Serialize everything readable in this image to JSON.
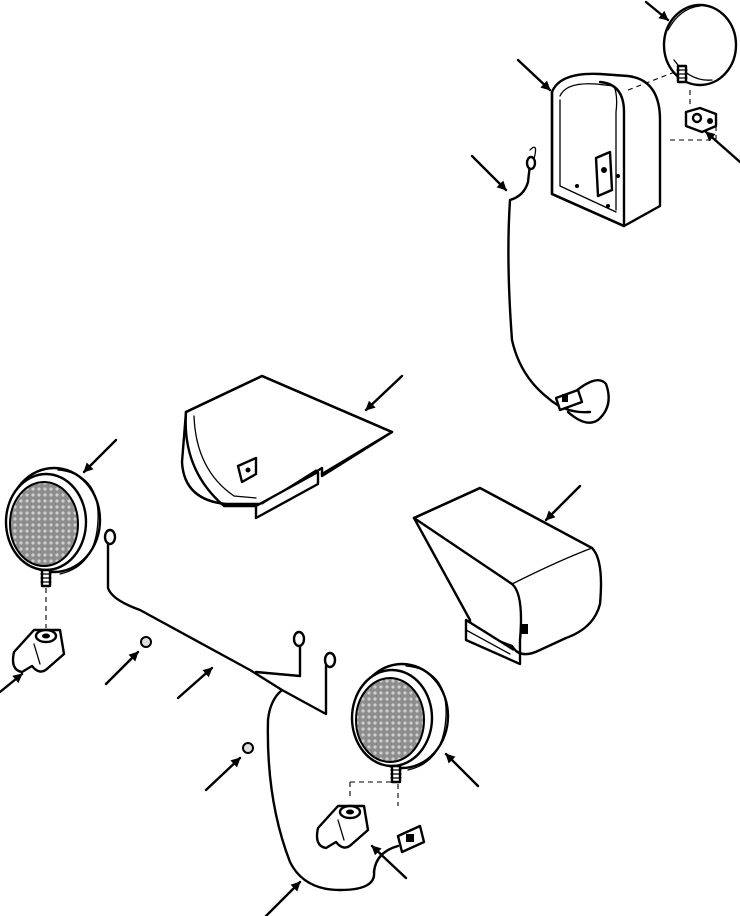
{
  "diagram": {
    "labels": [],
    "callout_arrow_count": 13,
    "parts": [
      "rear-floodlight",
      "rear-light-housing",
      "rear-mounting-bracket",
      "rear-harness",
      "left-fender-bracket",
      "right-fender-bracket",
      "left-headlight",
      "left-mounting-bracket",
      "left-nut",
      "front-harness",
      "right-nut",
      "right-headlight",
      "right-mounting-bracket",
      "front-connector"
    ]
  }
}
